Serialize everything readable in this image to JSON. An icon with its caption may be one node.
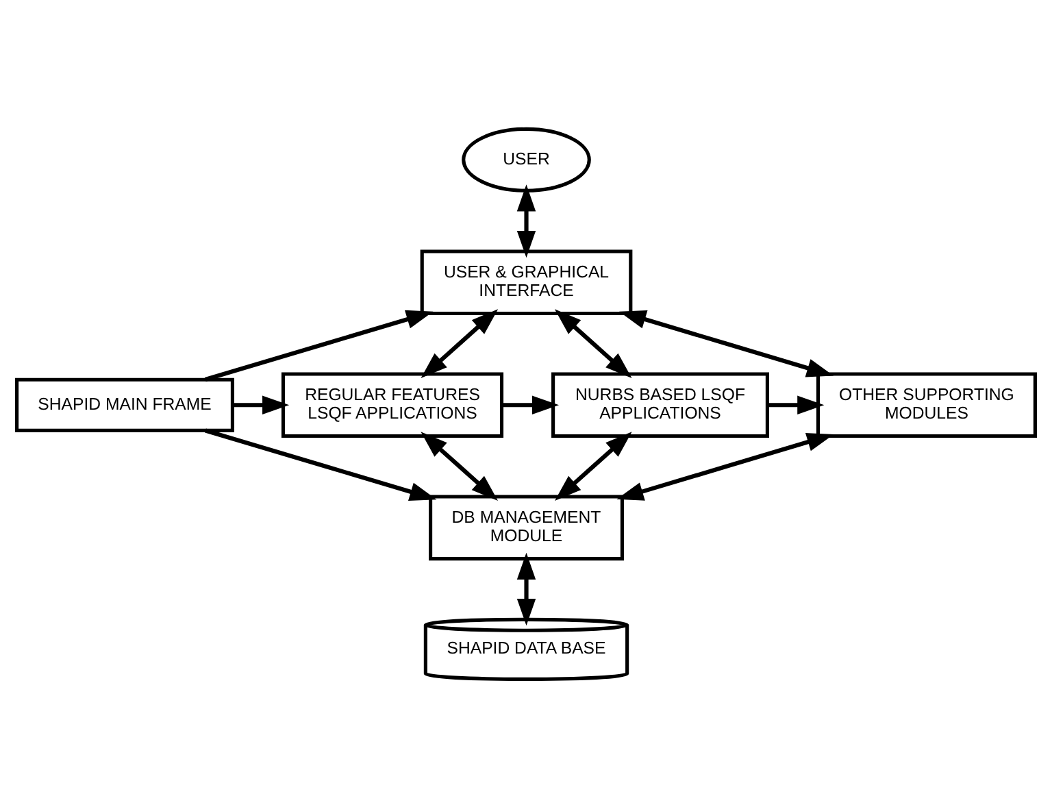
{
  "diagram": {
    "nodes": [
      {
        "text": [
          "USER"
        ]
      },
      {
        "text": [
          "USER & GRAPHICAL INTERFACE"
        ]
      },
      {
        "text": [
          "SHAPID MAIN FRAME"
        ]
      },
      {
        "text": [
          "REGULAR FEATURES LSQF APPLICATIONS"
        ]
      },
      {
        "text": [
          "NURBS BASED LSQF APPLICATIONS"
        ]
      },
      {
        "text": [
          "OTHER SUPPORTING MODULES"
        ]
      },
      {
        "text": [
          "DB MANAGEMENT MODULE"
        ]
      },
      {
        "text": [
          "SHAPID DATA BASE"
        ]
      }
    ],
    "edges": [
      {
        "from": 0,
        "to": 1,
        "arrow": "both"
      },
      {
        "from": 2,
        "to": 1,
        "arrow": "to"
      },
      {
        "from": 2,
        "to": 3,
        "arrow": "to"
      },
      {
        "from": 2,
        "to": 6,
        "arrow": "to"
      },
      {
        "from": 3,
        "to": 4,
        "arrow": "to"
      },
      {
        "from": 4,
        "to": 5,
        "arrow": "to"
      },
      {
        "from": 1,
        "to": 3,
        "arrow": "both"
      },
      {
        "from": 1,
        "to": 4,
        "arrow": "both"
      },
      {
        "from": 1,
        "to": 5,
        "arrow": "both"
      },
      {
        "from": 3,
        "to": 6,
        "arrow": "both"
      },
      {
        "from": 4,
        "to": 6,
        "arrow": "both"
      },
      {
        "from": 5,
        "to": 6,
        "arrow": "both"
      },
      {
        "from": 6,
        "to": 7,
        "arrow": "both"
      }
    ]
  }
}
